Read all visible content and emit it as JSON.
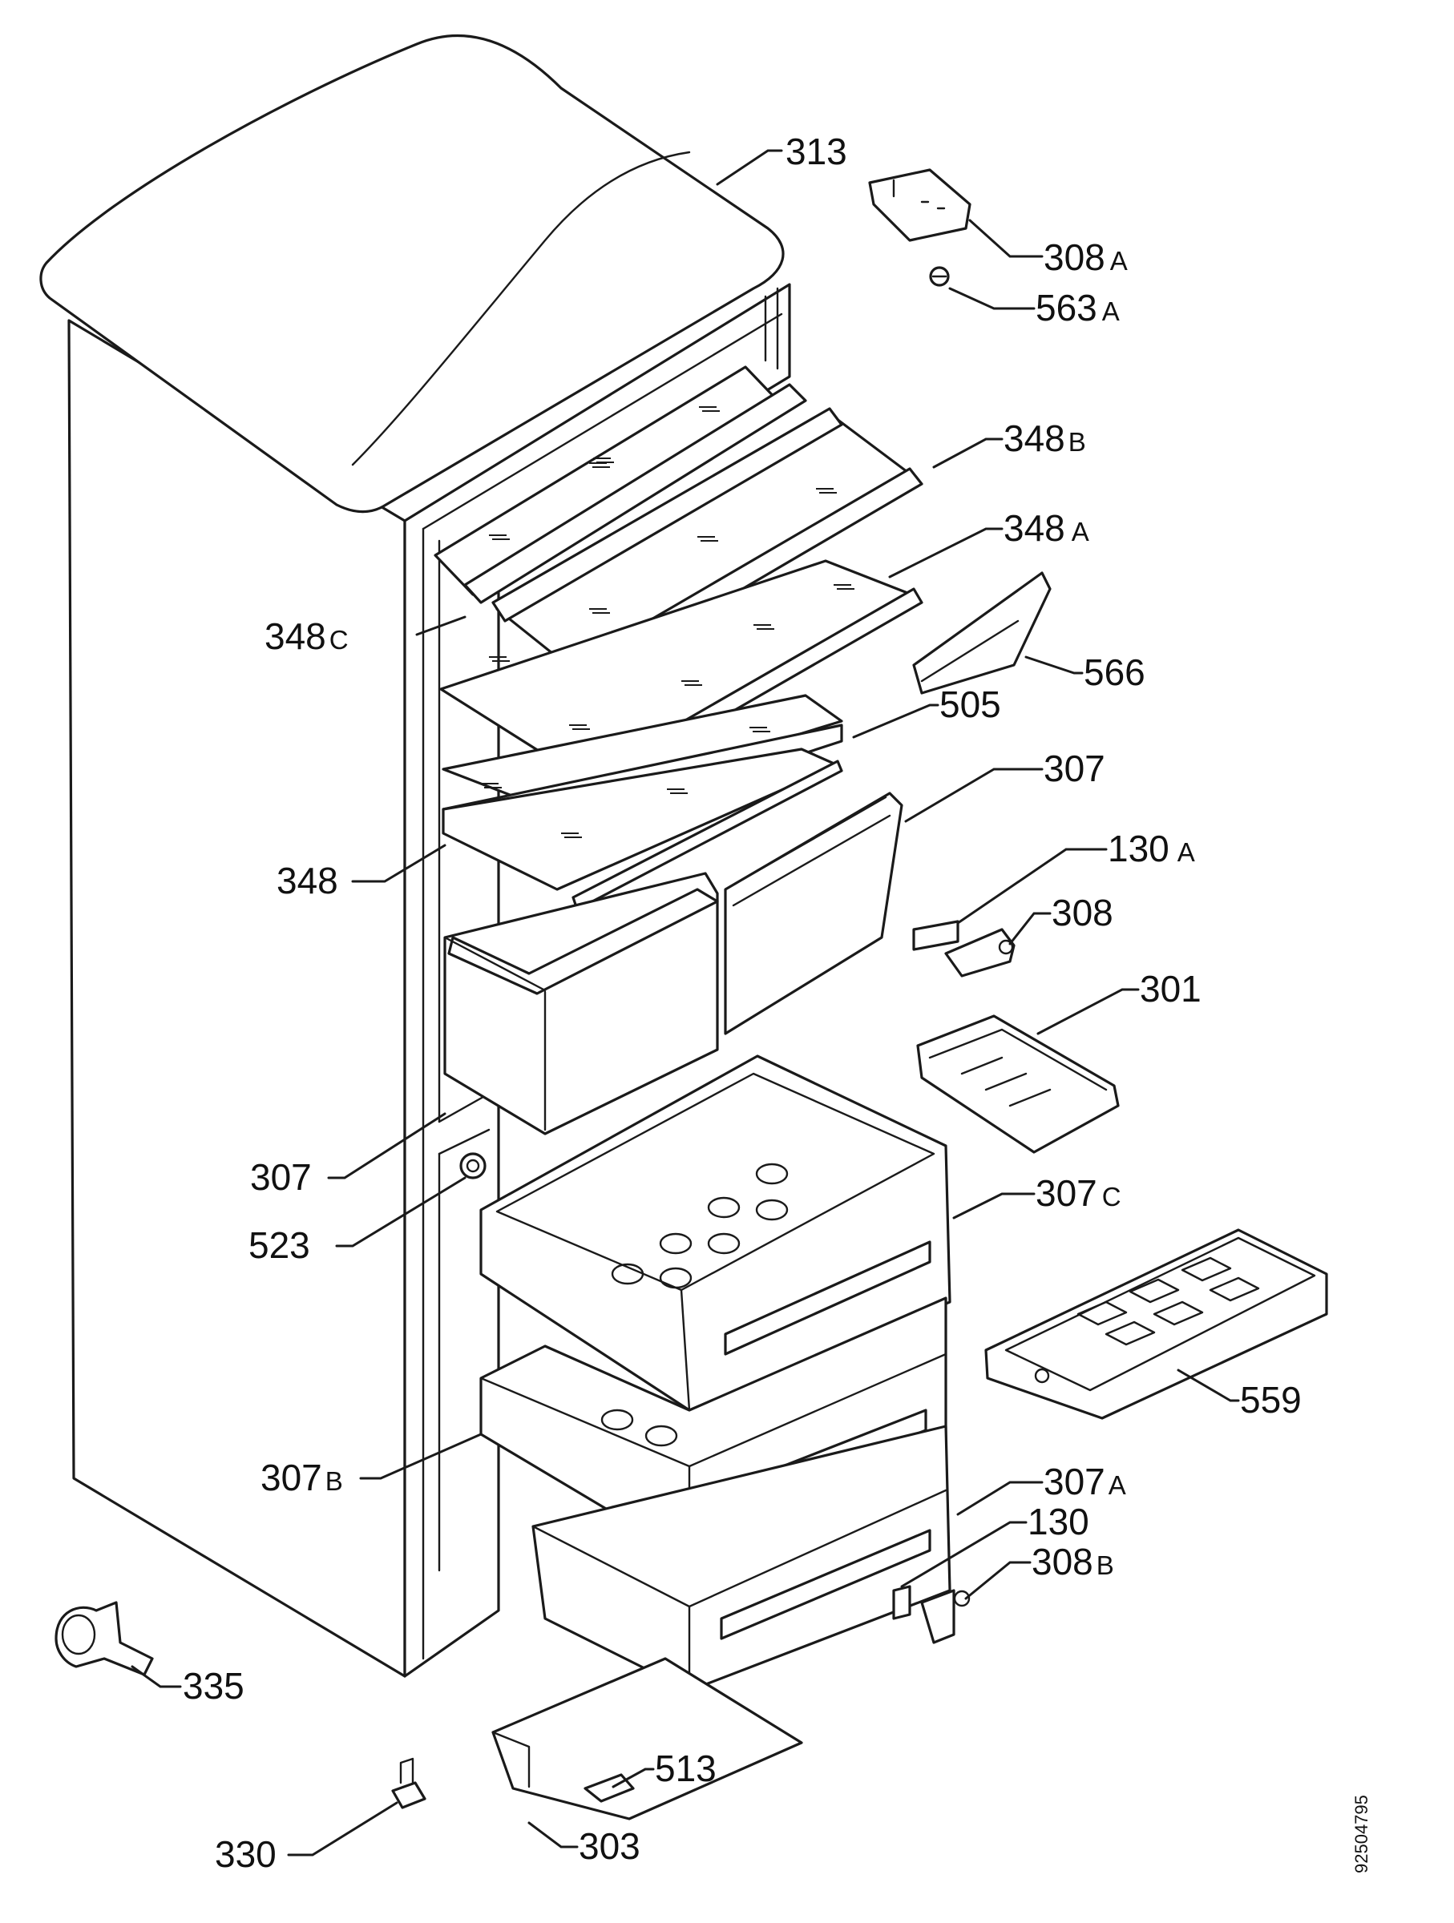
{
  "diagram": {
    "document_number": "92504795",
    "labels": [
      {
        "key": "313",
        "num": "313",
        "suffix": ""
      },
      {
        "key": "308A",
        "num": "308",
        "suffix": "A"
      },
      {
        "key": "563A",
        "num": "563",
        "suffix": "A"
      },
      {
        "key": "348B",
        "num": "348",
        "suffix": "B"
      },
      {
        "key": "348A",
        "num": "348",
        "suffix": "A"
      },
      {
        "key": "348C",
        "num": "348",
        "suffix": "C"
      },
      {
        "key": "566",
        "num": "566",
        "suffix": ""
      },
      {
        "key": "505",
        "num": "505",
        "suffix": ""
      },
      {
        "key": "307-upper",
        "num": "307",
        "suffix": ""
      },
      {
        "key": "130A",
        "num": "130",
        "suffix": "A"
      },
      {
        "key": "308",
        "num": "308",
        "suffix": ""
      },
      {
        "key": "348",
        "num": "348",
        "suffix": ""
      },
      {
        "key": "301",
        "num": "301",
        "suffix": ""
      },
      {
        "key": "307-lower",
        "num": "307",
        "suffix": ""
      },
      {
        "key": "307C",
        "num": "307",
        "suffix": "C"
      },
      {
        "key": "523",
        "num": "523",
        "suffix": ""
      },
      {
        "key": "559",
        "num": "559",
        "suffix": ""
      },
      {
        "key": "307B",
        "num": "307",
        "suffix": "B"
      },
      {
        "key": "307A",
        "num": "307",
        "suffix": "A"
      },
      {
        "key": "130",
        "num": "130",
        "suffix": ""
      },
      {
        "key": "308B",
        "num": "308",
        "suffix": "B"
      },
      {
        "key": "335",
        "num": "335",
        "suffix": ""
      },
      {
        "key": "513",
        "num": "513",
        "suffix": ""
      },
      {
        "key": "330",
        "num": "330",
        "suffix": ""
      },
      {
        "key": "303",
        "num": "303",
        "suffix": ""
      }
    ]
  }
}
